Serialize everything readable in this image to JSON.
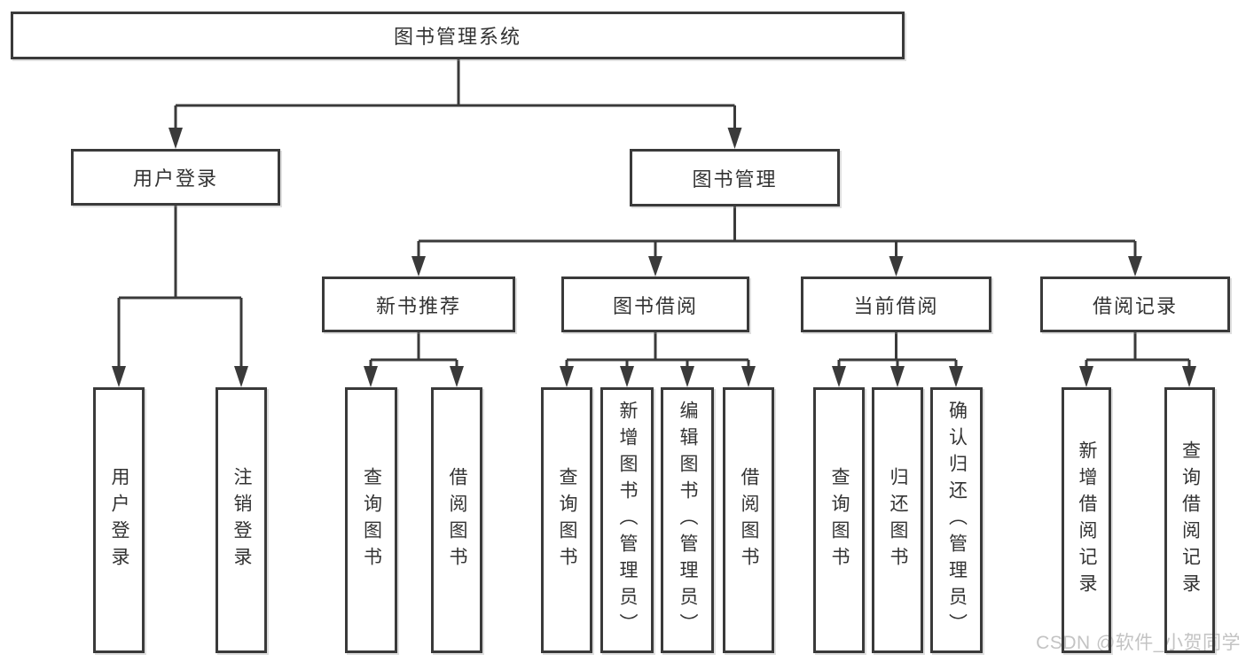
{
  "root": {
    "label": "图书管理系统"
  },
  "user_login": {
    "label": "用户登录",
    "children": [
      "用户登录",
      "注销登录"
    ]
  },
  "book_mgmt": {
    "label": "图书管理",
    "sections": [
      {
        "label": "新书推荐",
        "children": [
          "查询图书",
          "借阅图书"
        ]
      },
      {
        "label": "图书借阅",
        "children": [
          "查询图书",
          "新增图书（管理员）",
          "编辑图书（管理员）",
          "借阅图书"
        ]
      },
      {
        "label": "当前借阅",
        "children": [
          "查询图书",
          "归还图书",
          "确认归还（管理员）"
        ]
      },
      {
        "label": "借阅记录",
        "children": [
          "新增借阅记录",
          "查询借阅记录"
        ]
      }
    ]
  },
  "watermark": "CSDN @软件_小贺同学",
  "colors": {
    "line": "#3a3a3a",
    "text": "#333333",
    "box_background": "#ffffff",
    "page_background": "#ffffff",
    "watermark": "#c3c3c3"
  }
}
